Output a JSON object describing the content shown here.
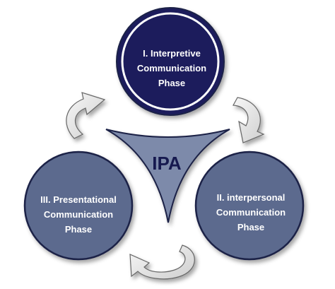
{
  "hub": {
    "label": "IPA"
  },
  "phases": [
    {
      "lines": [
        "I.  Interpretive",
        "Communication",
        "Phase"
      ]
    },
    {
      "lines": [
        "II.  interpersonal",
        "Communication",
        "Phase"
      ]
    },
    {
      "lines": [
        "III.  Presentational",
        "Communication",
        "Phase"
      ]
    }
  ],
  "colors": {
    "phase_interpretive": "#1a1f5c",
    "phase_outer_fill": "#5b6a8e",
    "phase_stroke": "#1c2147",
    "hub_fill": "#7d8aaa",
    "arrow_fill": "#e6e6e6",
    "arrow_stroke": "#666666",
    "text_dark": "#16194f",
    "text_light": "#ffffff"
  }
}
